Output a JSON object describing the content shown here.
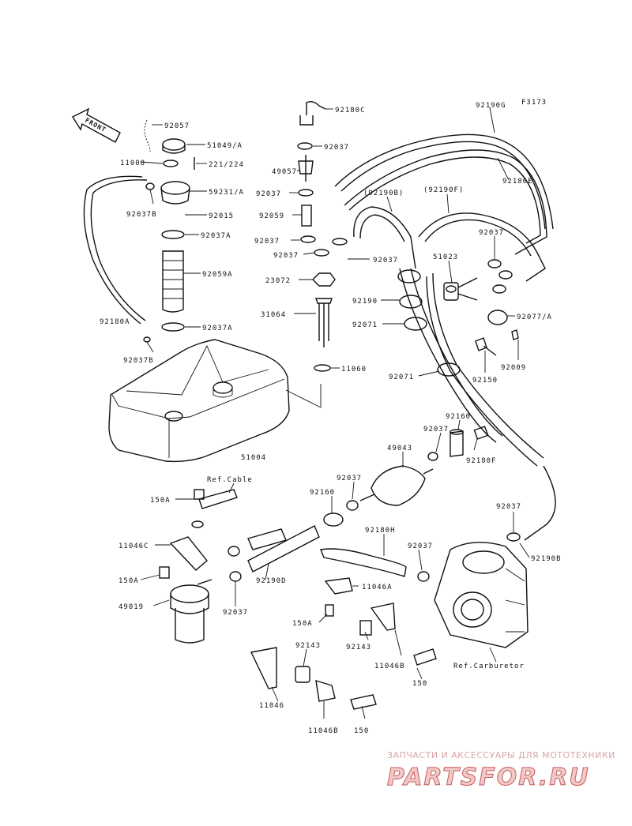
{
  "diagram": {
    "figure_code": "F3173",
    "front_label": "FRONT",
    "labels": {
      "p92057": "92057",
      "p51049A": "51049/A",
      "p11008": "11008",
      "p221_224": "221/224",
      "p59231A": "59231/A",
      "p92037B_1": "92037B",
      "p92015": "92015",
      "p92037A_1": "92037A",
      "p92059A": "92059A",
      "p92180A": "92180A",
      "p92037A_2": "92037A",
      "p92037B_2": "92037B",
      "p51004": "51004",
      "p92180C": "92180C",
      "p92037_1": "92037",
      "p49057": "49057",
      "p92037_2": "92037",
      "p92059": "92059",
      "p92037_3": "92037",
      "p92037_4": "92037",
      "p92037_5": "92037",
      "p23072": "23072",
      "p31064": "31064",
      "p11060": "11060",
      "p92190G": "92190G",
      "p92180E": "92180E",
      "p92190B_paren": "(92190B)",
      "p92190F_paren": "(92190F)",
      "p92037_6": "92037",
      "p51023": "51023",
      "p92190": "92190",
      "p92071_1": "92071",
      "p92071_2": "92071",
      "p92077A": "92077/A",
      "p92009": "92009",
      "p92150": "92150",
      "p92160_1": "92160",
      "p92037_7": "92037",
      "p49043": "49043",
      "p92180F": "92180F",
      "p92037_8": "92037",
      "p92160_2": "92160",
      "p92180H": "92180H",
      "p92037_9": "92037",
      "p92037_10": "92037",
      "p92190B": "92190B",
      "pRefCable": "Ref.Cable",
      "p150A_1": "150A",
      "p11046C": "11046C",
      "p150A_2": "150A",
      "p92190D": "92190D",
      "p92037_11": "92037",
      "p49019": "49019",
      "p11046A": "11046A",
      "p150A_3": "150A",
      "p92143_1": "92143",
      "p11046B_1": "11046B",
      "p150_1": "150",
      "pRefCarb": "Ref.Carburetor",
      "p92143_2": "92143",
      "p11046": "11046",
      "p11046B_2": "11046B",
      "p150_2": "150"
    }
  },
  "watermark": {
    "tagline": "ЗАПЧАСТИ И АКСЕССУАРЫ ДЛЯ МОТОТЕХНИКИ",
    "logo": "PARTSFOR.RU"
  }
}
